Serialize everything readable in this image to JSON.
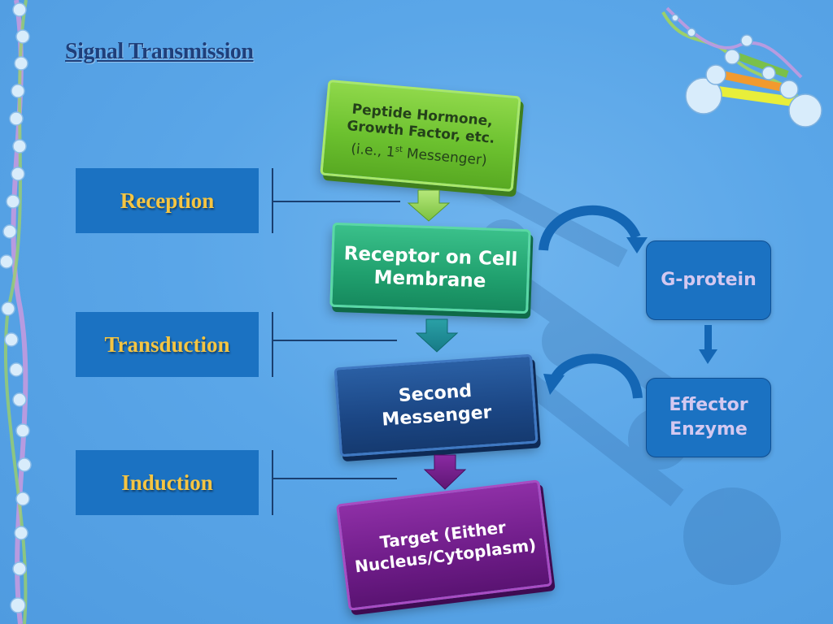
{
  "slide": {
    "title": "Signal Transmission",
    "stages": {
      "reception": "Reception",
      "transduction": "Transduction",
      "induction": "Induction"
    },
    "flow": {
      "first_messenger": {
        "line1": "Peptide Hormone,",
        "line2": "Growth Factor, etc.",
        "sub_prefix": "(i.e., 1",
        "sub_sup": "st",
        "sub_suffix": " Messenger)"
      },
      "receptor": {
        "line1": "Receptor on Cell",
        "line2": "Membrane"
      },
      "second_messenger": {
        "line1": "Second",
        "line2": "Messenger"
      },
      "target": {
        "line1": "Target (Either",
        "line2": "Nucleus/Cytoplasm)"
      }
    },
    "side": {
      "g_protein": "G-protein",
      "effector": {
        "line1": "Effector",
        "line2": "Enzyme"
      }
    }
  }
}
